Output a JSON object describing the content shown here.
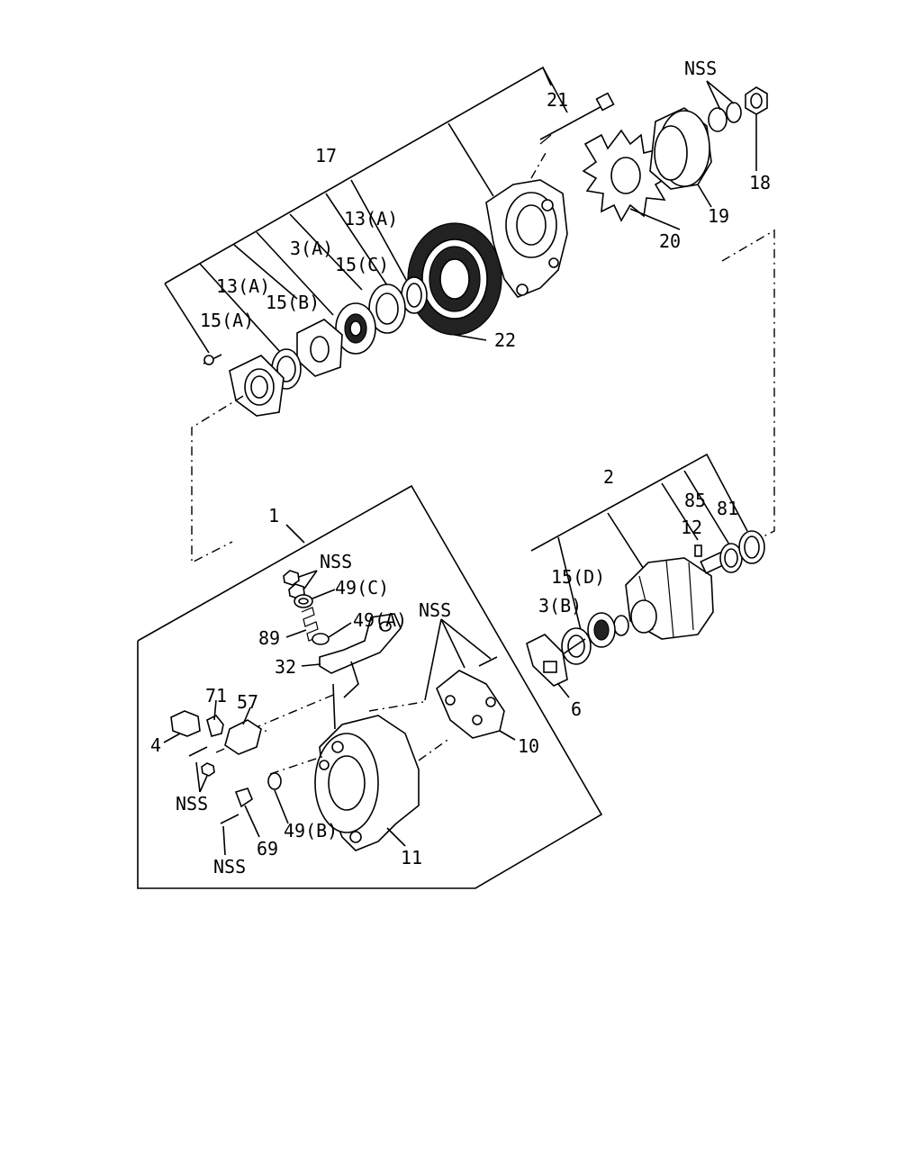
{
  "labels": {
    "l1": "1",
    "l2": "2",
    "l3A": "3(A)",
    "l3B": "3(B)",
    "l4": "4",
    "l6": "6",
    "l10": "10",
    "l11": "11",
    "l12": "12",
    "l13A_top": "13(A)",
    "l13A_left": "13(A)",
    "l15A": "15(A)",
    "l15B": "15(B)",
    "l15C": "15(C)",
    "l15D": "15(D)",
    "l17": "17",
    "l18": "18",
    "l19": "19",
    "l20": "20",
    "l21": "21",
    "l22": "22",
    "l32": "32",
    "l49A": "49(A)",
    "l49B": "49(B)",
    "l49C": "49(C)",
    "l57": "57",
    "l69": "69",
    "l71": "71",
    "l81": "81",
    "l85": "85",
    "l89": "89",
    "nss_top": "NSS",
    "nss_mid": "NSS",
    "nss_right": "NSS",
    "nss_left": "NSS",
    "nss_bottom": "NSS"
  }
}
